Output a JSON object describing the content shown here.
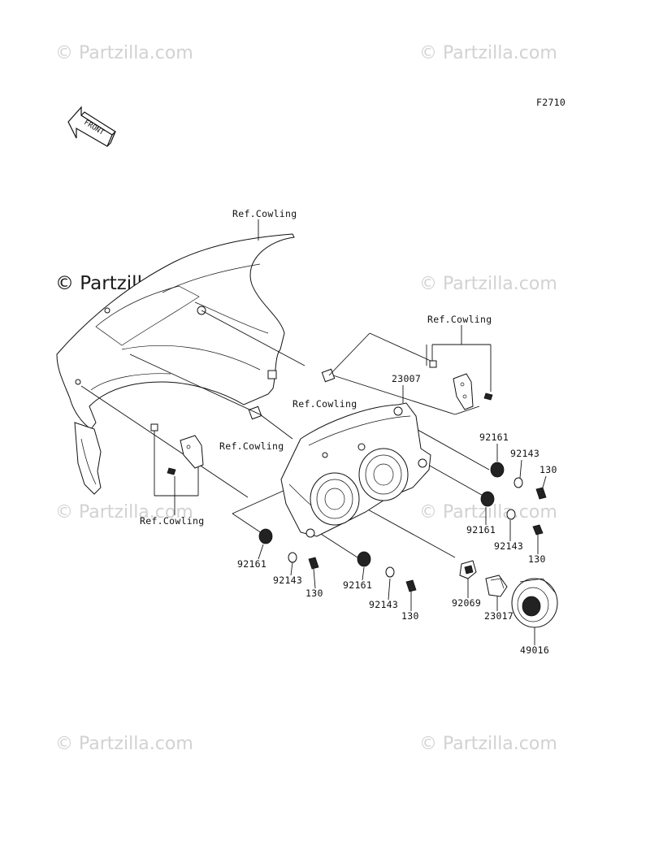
{
  "figure_code": "F2710",
  "front_label": "FRONT",
  "watermark_text": "© Partzilla.com",
  "callouts": {
    "ref_cowling_top": "Ref.Cowling",
    "ref_cowling_right": "Ref.Cowling",
    "ref_cowling_mid": "Ref.Cowling",
    "ref_cowling_left_mid": "Ref.Cowling",
    "ref_cowling_left": "Ref.Cowling",
    "p_23007": "23007",
    "p_92161_r": "92161",
    "p_92143_r": "92143",
    "p_130_r": "130",
    "p_92161_r2": "92161",
    "p_92143_r2": "92143",
    "p_130_r2": "130",
    "p_92161_l": "92161",
    "p_92143_l": "92143",
    "p_130_l": "130",
    "p_92161_c": "92161",
    "p_92143_c": "92143",
    "p_130_c": "130",
    "p_92069": "92069",
    "p_23017": "23017",
    "p_49016": "49016"
  }
}
